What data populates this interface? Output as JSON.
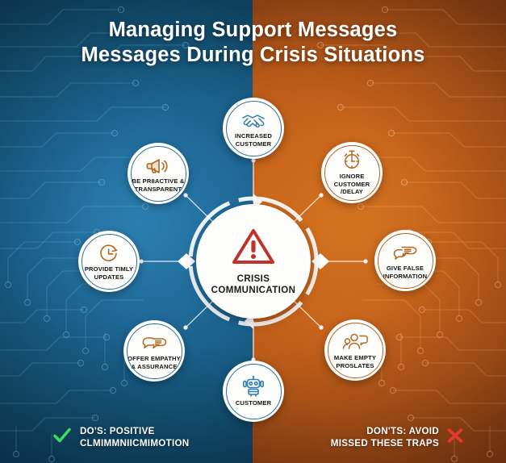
{
  "title": {
    "line1": "Managing Support Messages",
    "line2": "Messages During Crisis Situations"
  },
  "colors": {
    "blue_bg": "#1f6a99",
    "orange_bg": "#c9661c",
    "node_fill": "#fdfdfb",
    "blue_icon": "#2a7fae",
    "orange_icon": "#b4671f",
    "warning_red": "#c0332b",
    "check_green": "#3ddc5a",
    "cross_red": "#e23b2e"
  },
  "hub": {
    "icon": "warning-triangle-icon",
    "label_line1": "CRISIS",
    "label_line2": "COMMUNICATION"
  },
  "nodes": {
    "dos": [
      {
        "id": "increased-customer",
        "icon": "handshake-icon",
        "line1": "INCREASED",
        "line2": "CUSTOMER",
        "icon_color": "blue"
      },
      {
        "id": "be-proactive",
        "icon": "megaphone-icon",
        "line1": "BE PR8ACTIVE &",
        "line2": "TRANSPARENT",
        "icon_color": "orange"
      },
      {
        "id": "provide-timely",
        "icon": "clock-icon",
        "line1": "PROVIDE TIMLY",
        "line2": "UPDATES",
        "icon_color": "orange"
      },
      {
        "id": "offer-empathy",
        "icon": "speech-bubbles-icon",
        "line1": "OFFER EMPATHY",
        "line2": "& ASSURANCE",
        "icon_color": "orange"
      },
      {
        "id": "customer",
        "icon": "robot-icon",
        "line1": "CUSTOMER",
        "line2": "",
        "icon_color": "blue"
      }
    ],
    "donts": [
      {
        "id": "ignore-customer",
        "icon": "stopwatch-icon",
        "line1": "IGNORE CUSTOMER",
        "line2": "/DELAY",
        "icon_color": "orange"
      },
      {
        "id": "give-false-info",
        "icon": "speech-bubbles-icon",
        "line1": "GIVE FALSE",
        "line2": "INFORMATION",
        "icon_color": "orange"
      },
      {
        "id": "make-empty-promises",
        "icon": "people-speech-icon",
        "line1": "MAKE EMPTY",
        "line2": "PROSLATES",
        "icon_color": "orange"
      }
    ]
  },
  "footer": {
    "left": {
      "icon": "check-icon",
      "line1": "DO'S: POSITIVE",
      "line2": "CLMIMMNIICMIMOTION"
    },
    "right": {
      "icon": "cross-icon",
      "line1": "DON'TS: AVOID",
      "line2": "MISSED THESE TRAPS"
    }
  }
}
